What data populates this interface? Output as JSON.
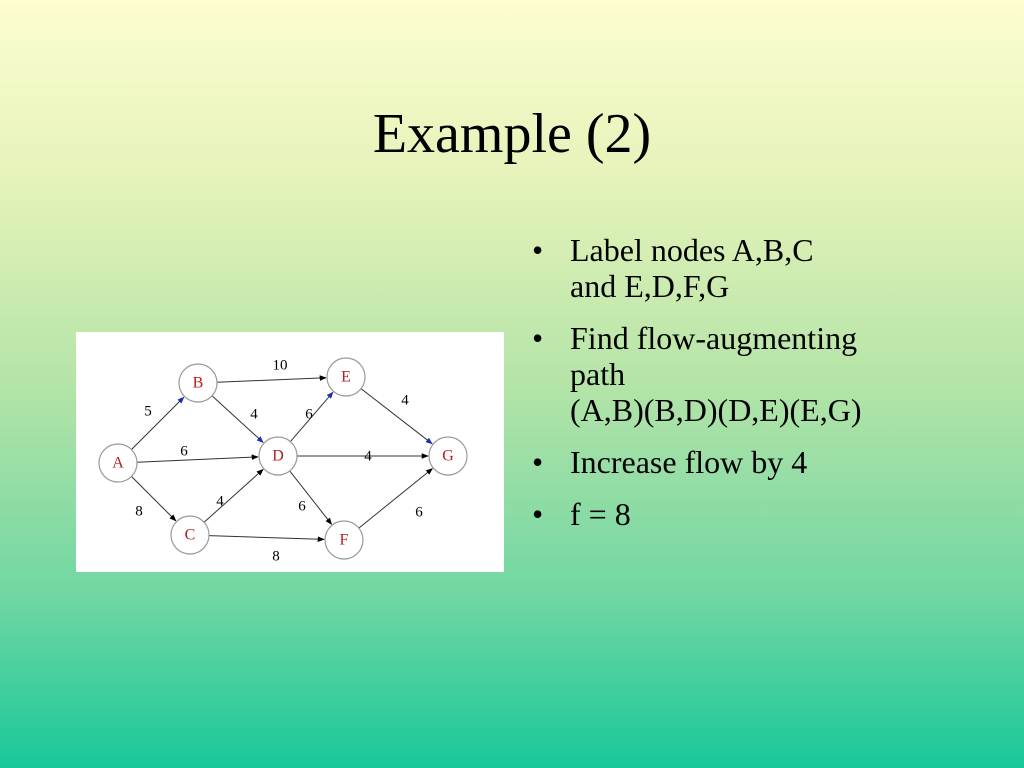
{
  "slide": {
    "title": "Example (2)"
  },
  "bullets": [
    {
      "lines": [
        "Label nodes A,B,C",
        "and E,D,F,G"
      ]
    },
    {
      "lines": [
        "Find flow-augmenting",
        "path",
        "(A,B)(B,D)(D,E)(E,G)"
      ]
    },
    {
      "lines": [
        "Increase flow by 4"
      ]
    },
    {
      "lines": [
        "f = 8"
      ]
    }
  ],
  "diagram": {
    "nodes": [
      {
        "id": "A",
        "label": "A"
      },
      {
        "id": "B",
        "label": "B"
      },
      {
        "id": "C",
        "label": "C"
      },
      {
        "id": "D",
        "label": "D"
      },
      {
        "id": "E",
        "label": "E"
      },
      {
        "id": "F",
        "label": "F"
      },
      {
        "id": "G",
        "label": "G"
      }
    ],
    "edges": [
      {
        "from": "A",
        "to": "B",
        "weight": "5",
        "highlighted": true
      },
      {
        "from": "A",
        "to": "D",
        "weight": "6",
        "highlighted": false
      },
      {
        "from": "A",
        "to": "C",
        "weight": "8",
        "highlighted": false
      },
      {
        "from": "B",
        "to": "E",
        "weight": "10",
        "highlighted": false
      },
      {
        "from": "B",
        "to": "D",
        "weight": "4",
        "highlighted": true
      },
      {
        "from": "C",
        "to": "D",
        "weight": "4",
        "highlighted": false
      },
      {
        "from": "C",
        "to": "F",
        "weight": "8",
        "highlighted": false
      },
      {
        "from": "D",
        "to": "E",
        "weight": "6",
        "highlighted": true
      },
      {
        "from": "D",
        "to": "G",
        "weight": "4",
        "highlighted": false
      },
      {
        "from": "D",
        "to": "F",
        "weight": "6",
        "highlighted": false
      },
      {
        "from": "E",
        "to": "G",
        "weight": "4",
        "highlighted": true
      },
      {
        "from": "F",
        "to": "G",
        "weight": "6",
        "highlighted": false
      }
    ],
    "colors": {
      "node_label": "#b22020",
      "arrow_default": "#000000",
      "arrow_highlight": "#1a2fb8"
    }
  }
}
